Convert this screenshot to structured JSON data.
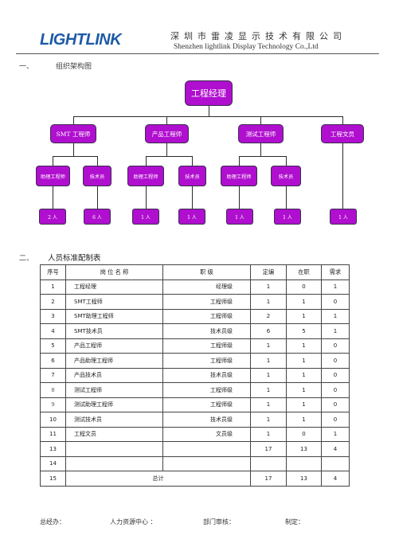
{
  "header": {
    "logo_text": "LIGHTLINK",
    "company_cn": "深圳市雷凌显示技术有限公司",
    "company_en": "Shenzhen lightlink Display Technology Co.,Ltd"
  },
  "section1": {
    "number": "一、",
    "title": "组织架构图"
  },
  "org_chart": {
    "top": "工程经理",
    "departments": [
      "SMT 工程师",
      "产品工程师",
      "测试工程师",
      "工程文员"
    ],
    "sub_roles": [
      "助理工程师",
      "技术员",
      "助理工程师",
      "技术员",
      "助理工程师",
      "技术员"
    ],
    "counts": [
      "2 人",
      "6 人",
      "1 人",
      "1 人",
      "1 人",
      "1 人",
      "1 人"
    ]
  },
  "section2": {
    "number": "二、",
    "title": "人员标准配制表"
  },
  "staff_table": {
    "headers": [
      "序号",
      "岗 位 名 称",
      "职    级",
      "定编",
      "在职",
      "需求"
    ],
    "rows": [
      {
        "no": "1",
        "position": "工程经理",
        "level": "经理级",
        "quota": "1",
        "current": "0",
        "need": "1"
      },
      {
        "no": "2",
        "position": "SMT工程师",
        "level": "工程师级",
        "quota": "1",
        "current": "1",
        "need": "0"
      },
      {
        "no": "3",
        "position": "SMT助理工程师",
        "level": "工程师级",
        "quota": "2",
        "current": "1",
        "need": "1"
      },
      {
        "no": "4",
        "position": "SMT技术员",
        "level": "技术员级",
        "quota": "6",
        "current": "5",
        "need": "1"
      },
      {
        "no": "5",
        "position": "产品工程师",
        "level": "工程师级",
        "quota": "1",
        "current": "1",
        "need": "0"
      },
      {
        "no": "6",
        "position": "产品助理工程师",
        "level": "工程师级",
        "quota": "1",
        "current": "1",
        "need": "0"
      },
      {
        "no": "7",
        "position": "产品技术员",
        "level": "技术员级",
        "quota": "1",
        "current": "1",
        "need": "0"
      },
      {
        "no": "8",
        "position": "测试工程师",
        "level": "工程师级",
        "quota": "1",
        "current": "1",
        "need": "0"
      },
      {
        "no": "9",
        "position": "测试助理工程师",
        "level": "工程师级",
        "quota": "1",
        "current": "1",
        "need": "0"
      },
      {
        "no": "10",
        "position": "测试技术员",
        "level": "技术员级",
        "quota": "1",
        "current": "1",
        "need": "0"
      },
      {
        "no": "11",
        "position": "工程文员",
        "level": "文员级",
        "quota": "1",
        "current": "0",
        "need": "1"
      },
      {
        "no": "13",
        "position": "",
        "level": "",
        "quota": "17",
        "current": "13",
        "need": "4"
      },
      {
        "no": "14",
        "position": "",
        "level": "",
        "quota": "",
        "current": "",
        "need": ""
      }
    ],
    "total_row": {
      "no": "15",
      "label": "总计",
      "quota": "17",
      "current": "13",
      "need": "4"
    }
  },
  "footer": {
    "general_manager": "总经办：",
    "hr_center": "人力资源中心 ：",
    "dept_review": "部门审核：",
    "prepared_by": "制定："
  },
  "colors": {
    "node_fill": "#b00fcf",
    "node_border": "#3a2d4e",
    "rule": "#555555"
  }
}
